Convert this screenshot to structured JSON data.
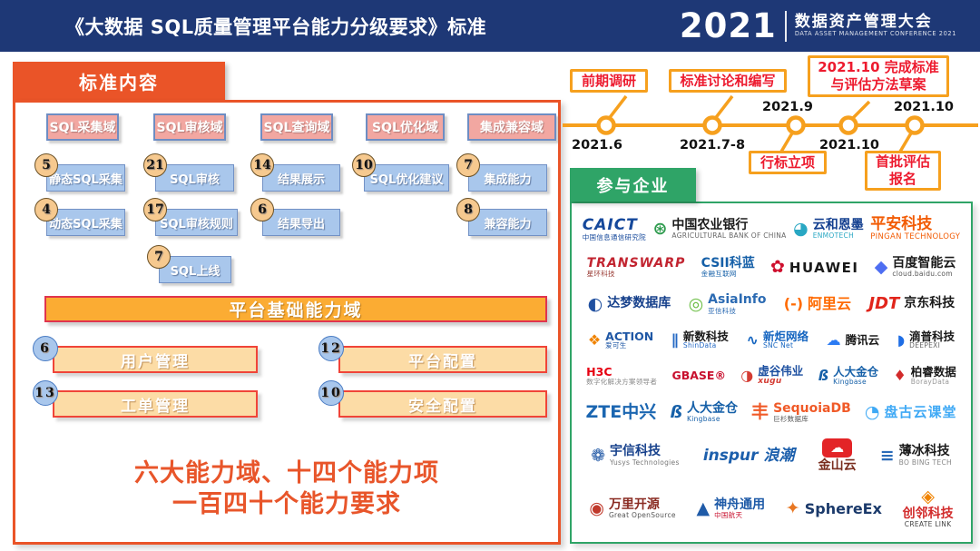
{
  "header": {
    "title": "《大数据 SQL质量管理平台能力分级要求》标准",
    "conference": {
      "year": "2021",
      "name_cn": "数据资产管理大会",
      "name_en": "DATA ASSET MANAGEMENT CONFERENCE 2021"
    }
  },
  "standard": {
    "tab_label": "标准内容",
    "domains": [
      "SQL采集域",
      "SQL审核域",
      "SQL查询域",
      "SQL优化域",
      "集成兼容域"
    ],
    "items": [
      {
        "num": "5",
        "label": "静态SQL采集"
      },
      {
        "num": "21",
        "label": "SQL审核"
      },
      {
        "num": "14",
        "label": "结果展示"
      },
      {
        "num": "10",
        "label": "SQL优化建议"
      },
      {
        "num": "7",
        "label": "集成能力"
      },
      {
        "num": "4",
        "label": "动态SQL采集"
      },
      {
        "num": "17",
        "label": "SQL审核规则"
      },
      {
        "num": "6",
        "label": "结果导出"
      },
      {
        "num": "8",
        "label": "兼容能力"
      },
      {
        "num": "7",
        "label": "SQL上线"
      }
    ],
    "platform_bar_label": "平台基础能力域",
    "platform_items": [
      {
        "num": "6",
        "label": "用户管理"
      },
      {
        "num": "12",
        "label": "平台配置"
      },
      {
        "num": "13",
        "label": "工单管理"
      },
      {
        "num": "10",
        "label": "安全配置"
      }
    ],
    "summary_line1": "六大能力域、十四个能力项",
    "summary_line2": "一百四十个能力要求"
  },
  "timeline": {
    "phase1": {
      "label": "前期调研",
      "date": "2021.6"
    },
    "phase2": {
      "label": "标准讨论和编写",
      "date": "2021.7-8"
    },
    "phase3": {
      "label": "行标立项",
      "date": "2021.9"
    },
    "phase4": {
      "label_line1": "2021.10 完成标准",
      "label_line2": "与评估方法草案",
      "date": "2021.10"
    },
    "phase5": {
      "label_line1": "首批评估",
      "label_line2": "报名",
      "date": "2021.10"
    }
  },
  "companies": {
    "tab_label": "参与企业",
    "rows": [
      [
        {
          "id": "caict",
          "name": "CAICT",
          "sub": "中国信息通信研究院",
          "color": "#15489B",
          "subColor": "#15489B"
        },
        {
          "id": "abc-bank",
          "icon": {
            "glyph": "⊛",
            "color": "#2E9B4E"
          },
          "name": "中国农业银行",
          "sub": "AGRICULTURAL BANK OF CHINA",
          "color": "#1A1A1A",
          "subColor": "#666666"
        },
        {
          "id": "enmotech",
          "icon": {
            "glyph": "◕",
            "color": "#29A7C3"
          },
          "name": "云和恩墨",
          "sub": "ENMOTECH",
          "color": "#123E8F",
          "subColor": "#29A7C3"
        },
        {
          "id": "pingan-tech",
          "name": "平安科技",
          "sub": "PINGAN TECHNOLOGY",
          "color": "#F25C05",
          "subColor": "#F25C05"
        }
      ],
      [
        {
          "id": "transwarp",
          "name": "TRANSWARP",
          "sub": "星环科技",
          "color": "#C22430",
          "subColor": "#9A3B34"
        },
        {
          "id": "csii",
          "name": "CSII科蓝",
          "sub": "金融互联网",
          "color": "#1660A8",
          "subColor": "#1660A8"
        },
        {
          "id": "huawei",
          "icon": {
            "glyph": "✿",
            "color": "#CE0E2D"
          },
          "name": "HUAWEI",
          "color": "#1A1A1A"
        },
        {
          "id": "baidu-cloud",
          "icon": {
            "glyph": "◆",
            "color": "#4E6EF2"
          },
          "name": "百度智能云",
          "sub": "cloud.baidu.com",
          "color": "#1A1A1A",
          "subColor": "#555555"
        }
      ],
      [
        {
          "id": "dameng",
          "icon": {
            "glyph": "◐",
            "color": "#2050A0"
          },
          "name": "达梦数据库",
          "color": "#17418C"
        },
        {
          "id": "asiainfo",
          "icon": {
            "glyph": "◎",
            "color": "#6CBE45"
          },
          "name": "AsiaInfo",
          "sub": "亚信科技",
          "color": "#2C6BB3",
          "subColor": "#2C6BB3"
        },
        {
          "id": "alibaba-cloud",
          "icon": {
            "glyph": "(-)",
            "color": "#FF6A00"
          },
          "name": "阿里云",
          "color": "#FF6A00"
        },
        {
          "id": "jd-tech",
          "icon": {
            "glyph": "JDT",
            "color": "#E1251B"
          },
          "name": "京东科技",
          "color": "#1A1A1A"
        }
      ],
      [
        {
          "id": "actionsky",
          "icon": {
            "glyph": "❖",
            "color": "#F08300"
          },
          "name": "ACTION",
          "sub": "爱可生",
          "color": "#1F57A5",
          "subColor": "#1F57A5"
        },
        {
          "id": "shindata",
          "icon": {
            "glyph": "∥",
            "color": "#2368C4"
          },
          "name": "新数科技",
          "sub": "ShinData",
          "color": "#1A1A1A",
          "subColor": "#2368C4"
        },
        {
          "id": "snc-net",
          "icon": {
            "glyph": "∿",
            "color": "#1565C0"
          },
          "name": "新炬网络",
          "sub": "SNC Net",
          "color": "#1565C0",
          "subColor": "#1565C0"
        },
        {
          "id": "tencent-cloud",
          "icon": {
            "glyph": "☁",
            "color": "#2B7BF3"
          },
          "name": "腾讯云",
          "color": "#1A1A1A"
        },
        {
          "id": "deepexi",
          "icon": {
            "glyph": "◗",
            "color": "#1E6DE5"
          },
          "name": "滴普科技",
          "sub": "DEEPEXI",
          "color": "#1A1A1A",
          "subColor": "#666666"
        }
      ],
      [
        {
          "id": "h3c",
          "name": "H3C",
          "sub": "数字化解决方案领导者",
          "color": "#E60012",
          "subColor": "#888888"
        },
        {
          "id": "gbase",
          "name": "GBASE®",
          "color": "#C8102E"
        },
        {
          "id": "xugu",
          "icon": {
            "glyph": "◑",
            "color": "#D43C33"
          },
          "name": "虚谷伟业",
          "sub": "xugu",
          "color": "#1C4FA0",
          "subColor": "#D43C33"
        },
        {
          "id": "kingbase-small",
          "icon": {
            "glyph": "ß",
            "color": "#1660A8"
          },
          "name": "人大金仓",
          "sub": "Kingbase",
          "color": "#1660A8",
          "subColor": "#1660A8"
        },
        {
          "id": "boray-data",
          "icon": {
            "glyph": "♦",
            "color": "#D22B2B"
          },
          "name": "柏睿数据",
          "sub": "BorayData",
          "color": "#1A1A1A",
          "subColor": "#999999"
        }
      ],
      [
        {
          "id": "zte",
          "name": "ZTE中兴",
          "color": "#1B66B1"
        },
        {
          "id": "kingbase",
          "icon": {
            "glyph": "ß",
            "color": "#1660A8"
          },
          "name": "人大金仓",
          "sub": "Kingbase",
          "color": "#1660A8",
          "subColor": "#1660A8"
        },
        {
          "id": "sequoiadb",
          "icon": {
            "glyph": "丰",
            "color": "#F05A28"
          },
          "name": "SequoiaDB",
          "sub": "巨杉数据库",
          "color": "#F05A28",
          "subColor": "#555555"
        },
        {
          "id": "pangu-cloud",
          "icon": {
            "glyph": "◔",
            "color": "#3FA9F5"
          },
          "name": "盘古云课堂",
          "color": "#3FA9F5"
        }
      ],
      [
        {
          "id": "yusys",
          "icon": {
            "glyph": "❁",
            "color": "#1F57A5"
          },
          "name": "宇信科技",
          "sub": "Yusys Technologies",
          "color": "#17418C",
          "subColor": "#777777"
        },
        {
          "id": "inspur",
          "name": "inspur 浪潮",
          "color": "#1C5FAC"
        },
        {
          "id": "kingsoft-cloud",
          "icon": {
            "glyph": "☁",
            "color": "#FFFFFF",
            "bg": "#E32427"
          },
          "name": "金山云",
          "color": "#7A2E1F"
        },
        {
          "id": "bobing-tech",
          "icon": {
            "glyph": "≡",
            "color": "#2B6CB8"
          },
          "name": "薄冰科技",
          "sub": "BO BING TECH",
          "color": "#1A1A1A",
          "subColor": "#888888"
        }
      ],
      [
        {
          "id": "wanli-open-source",
          "icon": {
            "glyph": "◉",
            "color": "#C0392B"
          },
          "name": "万里开源",
          "sub": "Great OpenSource",
          "color": "#8A2B22",
          "subColor": "#555555"
        },
        {
          "id": "shenzhou-tongyong",
          "icon": {
            "glyph": "▲",
            "color": "#1F5BA8"
          },
          "name": "神舟通用",
          "sub": "中国航天",
          "color": "#1F5BA8",
          "subColor": "#C8102E"
        },
        {
          "id": "sphereex",
          "icon": {
            "glyph": "✦",
            "color": "#E87722"
          },
          "name": "SphereEx",
          "color": "#1B3A6B"
        },
        {
          "id": "create-link",
          "icon": {
            "glyph": "◈",
            "color": "#F08300"
          },
          "name": "创邻科技",
          "sub": "CREATE LINK",
          "color": "#D22B2B",
          "subColor": "#444444"
        }
      ]
    ]
  },
  "colors": {
    "navy_header": "#1E3876",
    "accent_orange_red": "#EA5428",
    "green_accent": "#2FA467",
    "timeline_orange": "#F6A01E",
    "timeline_label_red": "#ED1B2F",
    "domain_box_salmon": "#F2A7A1",
    "capability_box_blue": "#A9C7EC",
    "count_badge_tan": "#F6C98F",
    "platform_bar_orange": "#FBAC33",
    "platform_box_wheat": "#FCDCA6"
  }
}
